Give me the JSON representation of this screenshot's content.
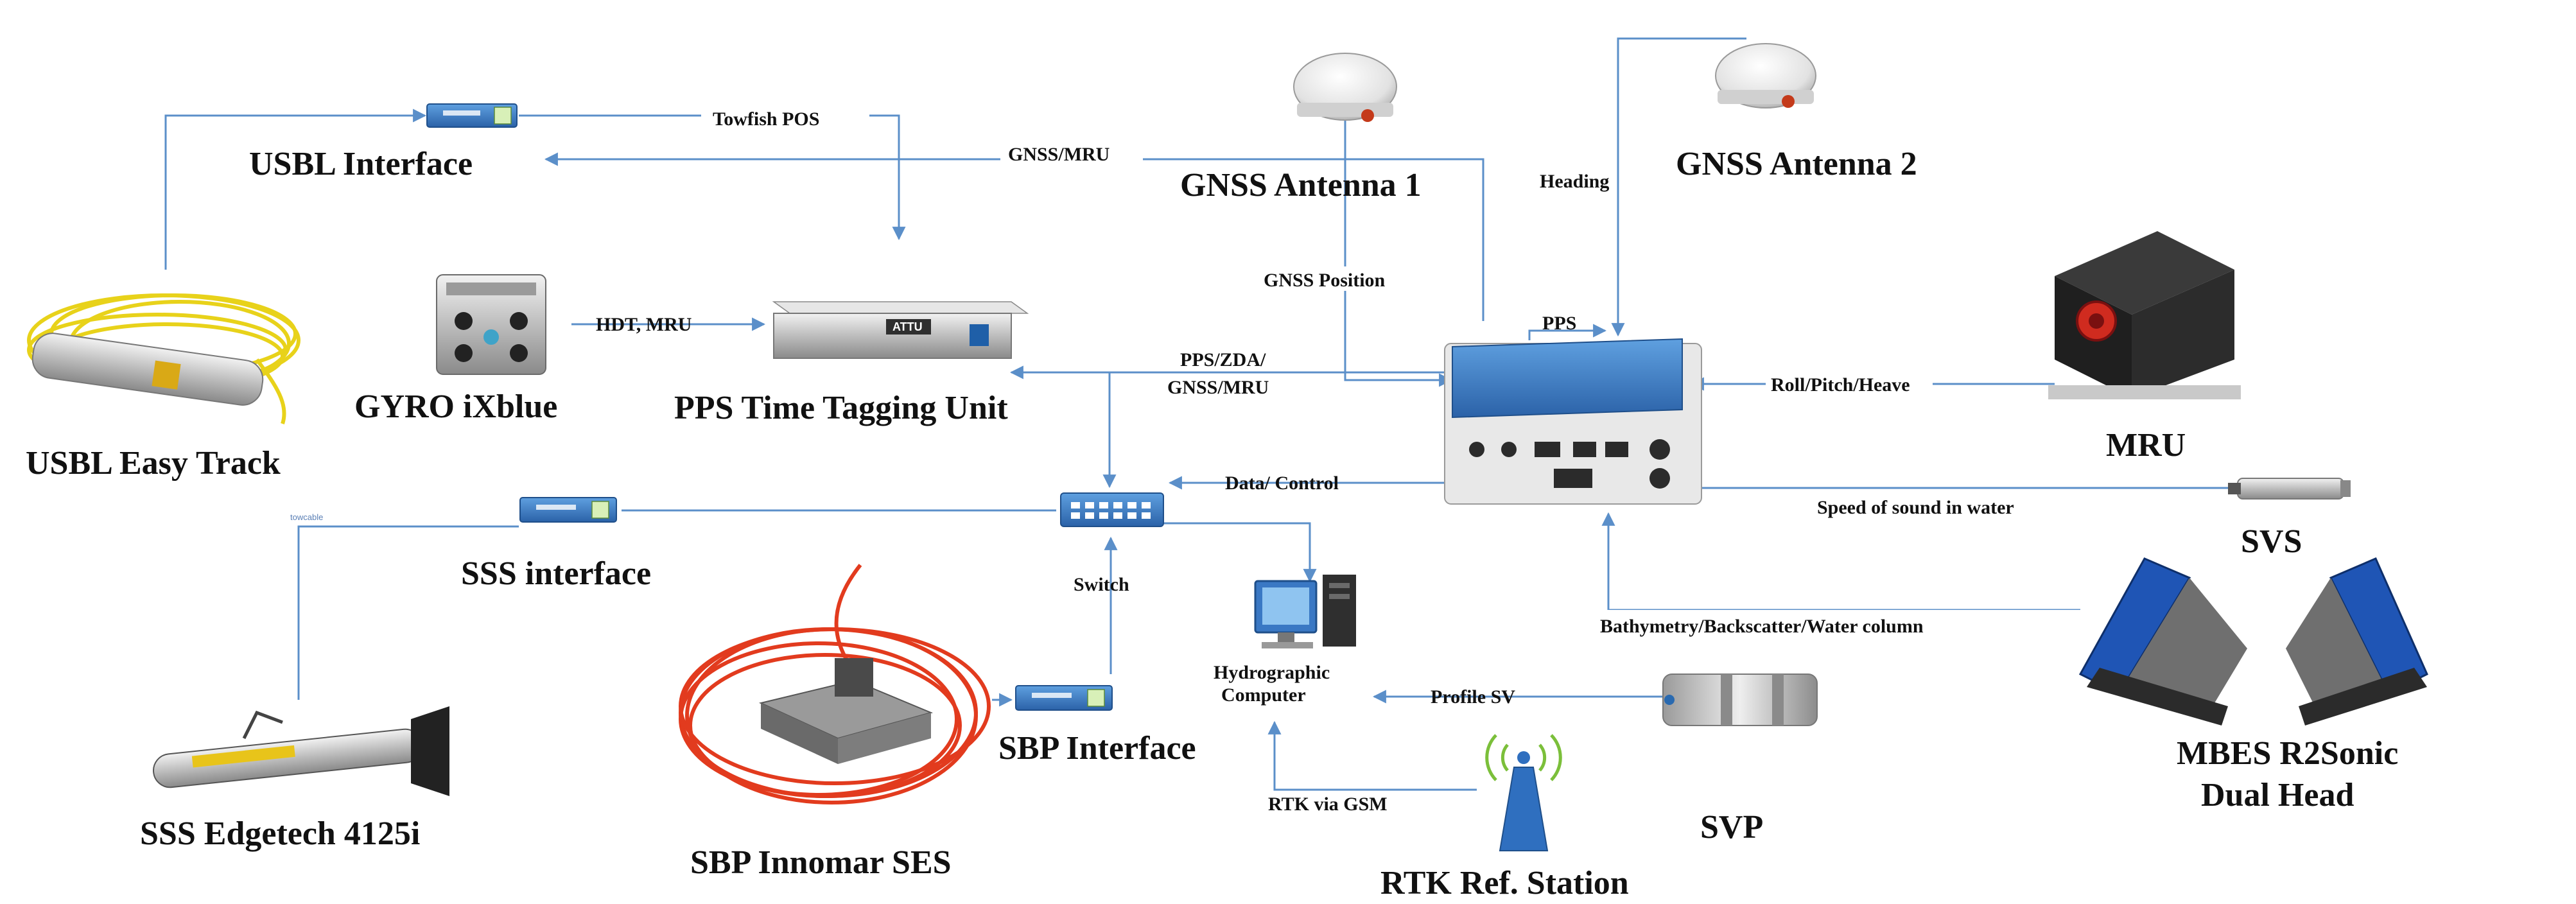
{
  "colors": {
    "line": "#5b8fc9",
    "label": "#111111",
    "cable_yellow": "#e8d21a",
    "cable_red": "#e23b1e",
    "mbes_blue": "#1f55b5",
    "box_blue": "#3f7fc9"
  },
  "devices": {
    "usbl_easy_track": "USBL Easy Track",
    "usbl_interface": "USBL Interface",
    "gyro": "GYRO iXblue",
    "pps_unit": "PPS Time Tagging Unit",
    "attu_badge": "ATTU",
    "gnss_antenna_1": "GNSS Antenna 1",
    "gnss_antenna_2": "GNSS Antenna 2",
    "mru": "MRU",
    "svs": "SVS",
    "sss_interface": "SSS interface",
    "sss_edgetech": "SSS Edgetech 4125i",
    "sbp_innomar": "SBP Innomar SES",
    "sbp_interface": "SBP Interface",
    "switch": "Switch",
    "hydro_computer_line1": "Hydrographic",
    "hydro_computer_line2": "Computer",
    "rtk_station": "RTK Ref. Station",
    "svp": "SVP",
    "mbes_line1": "MBES R2Sonic",
    "mbes_line2": "Dual Head",
    "towcable_tag": "towcable"
  },
  "links": {
    "towfish_pos": "Towfish POS",
    "gnss_mru": "GNSS/MRU",
    "heading": "Heading",
    "gnss_position": "GNSS Position",
    "hdt_mru": "HDT, MRU",
    "pps": "PPS",
    "pps_zda_line1": "PPS/ZDA/",
    "pps_zda_line2": "GNSS/MRU",
    "roll_pitch_heave": "Roll/Pitch/Heave",
    "data_control": "Data/ Control",
    "speed_of_sound": "Speed of sound in water",
    "bathymetry": "Bathymetry/Backscatter/Water column",
    "profile_sv": "Profile SV",
    "rtk_via_gsm": "RTK via GSM"
  }
}
